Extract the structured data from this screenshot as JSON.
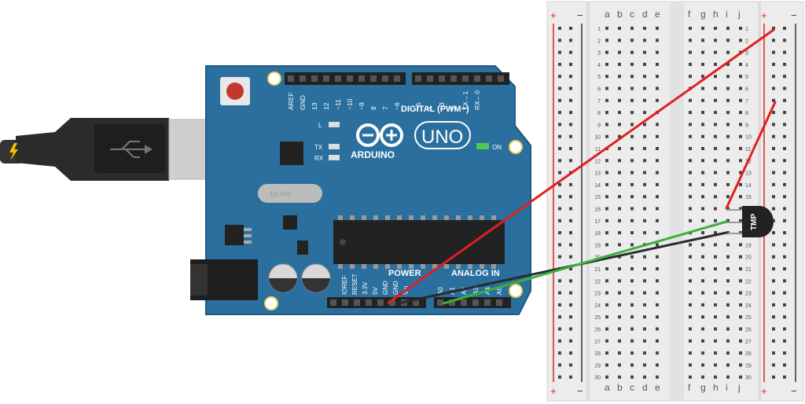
{
  "board": {
    "brand": "ARDUINO",
    "model": "UNO",
    "on_label": "ON",
    "led_l": "L",
    "led_tx": "TX",
    "led_rx": "RX",
    "digital_header": "DIGITAL (PWM~)",
    "digital_pins": [
      "AREF",
      "GND",
      "13",
      "12",
      "~11",
      "~10",
      "~9",
      "8",
      "7",
      "~6",
      "~5",
      "4",
      "~3",
      "2",
      "TX→1",
      "RX←0"
    ],
    "power_header": "POWER",
    "power_pins": [
      "IOREF",
      "RESET",
      "3.3V",
      "5V",
      "GND",
      "GND",
      "Vin"
    ],
    "analog_header": "ANALOG IN",
    "analog_pins": [
      "A0",
      "A1",
      "A2",
      "A3",
      "A4",
      "A5"
    ],
    "crystal_label": "16.000"
  },
  "breadboard": {
    "left_columns": [
      "a",
      "b",
      "c",
      "d",
      "e"
    ],
    "right_columns": [
      "f",
      "g",
      "h",
      "i",
      "j"
    ],
    "rows": 30,
    "plus": "+",
    "minus": "−"
  },
  "sensor": {
    "label": "TMP"
  },
  "colors": {
    "board_blue": "#2a6f9e",
    "breadboard": "#ececec",
    "wire_red": "#e02020",
    "wire_green": "#3bb03b",
    "wire_black": "#2a2a2a"
  }
}
